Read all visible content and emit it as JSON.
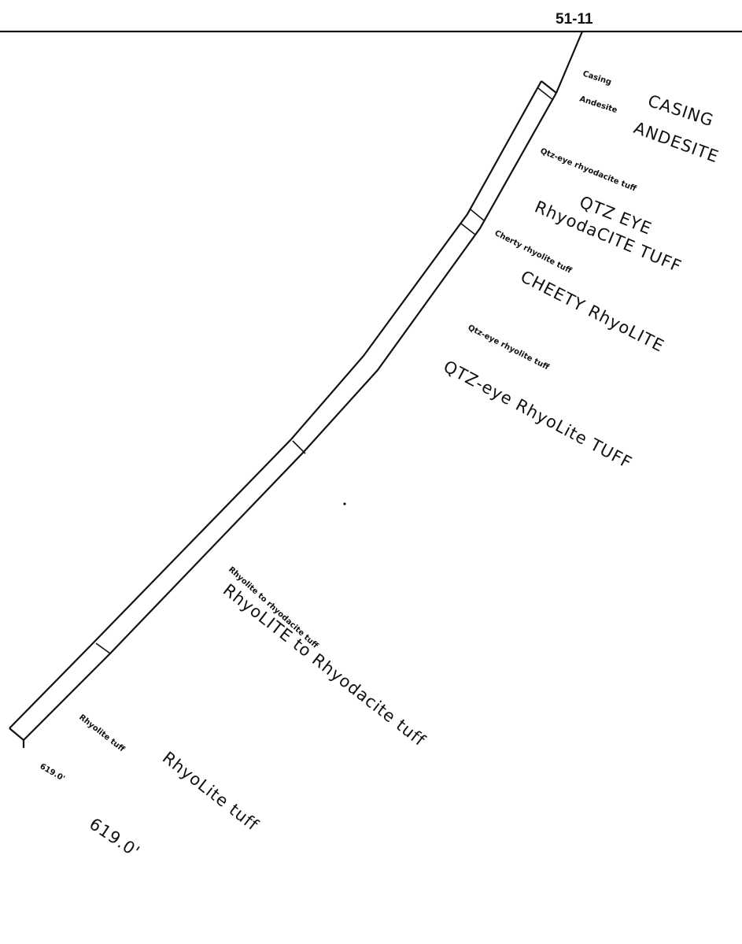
{
  "drillhole": {
    "id": "51-11",
    "total_depth_label": "619.0'",
    "total_depth_handwritten": "619.0'"
  },
  "units": [
    {
      "key": "casing",
      "printed": "Casing",
      "handwritten": "CASING"
    },
    {
      "key": "andesite",
      "printed": "Andesite",
      "handwritten": "ANDESITE"
    },
    {
      "key": "qtz_rhyodacite",
      "printed": "Qtz-eye rhyodacite tuff",
      "handwritten_1": "QTZ EYE",
      "handwritten_2": "RhyodaCITE TUFF"
    },
    {
      "key": "cherty_rhyolite",
      "printed": "Cherty rhyolite tuff",
      "handwritten": "CHEETY RhyoLITE"
    },
    {
      "key": "qtz_rhyolite",
      "printed": "Qtz-eye rhyolite tuff",
      "handwritten": "QTZ-eye RhyoLite TUFF"
    },
    {
      "key": "rhyolite_to_rhyodacite",
      "printed": "Rhyolite to rhyodacite tuff",
      "handwritten": "RhyoLITE to Rhyodacite tuff"
    },
    {
      "key": "rhyolite_tuff",
      "printed": "Rhyolite tuff",
      "handwritten": "RhyoLite tuff"
    }
  ]
}
